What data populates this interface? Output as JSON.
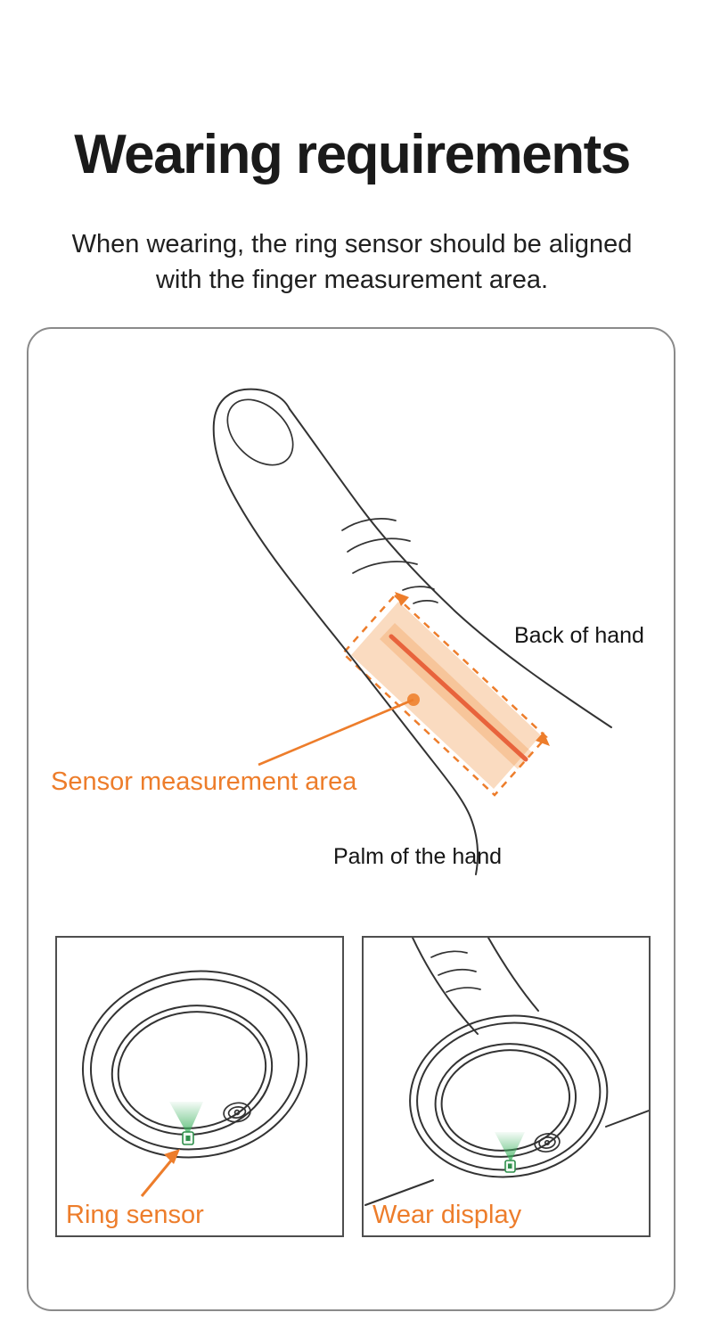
{
  "page": {
    "title": "Wearing requirements",
    "subtitle": "When wearing, the ring sensor should be aligned with the finger measurement area."
  },
  "diagram": {
    "back_of_hand_label": "Back of hand",
    "sensor_area_label": "Sensor measurement area",
    "palm_label": "Palm of the hand",
    "ring_sensor_label": "Ring sensor",
    "wear_display_label": "Wear display"
  },
  "colors": {
    "accent_orange": "#ED7D2B",
    "band_fill": "#F2994A",
    "band_line": "#E8633C",
    "sensor_green": "#3DB25F",
    "ink": "#333333",
    "panel_border": "#8A8A8A",
    "text": "#1A1A1A"
  }
}
